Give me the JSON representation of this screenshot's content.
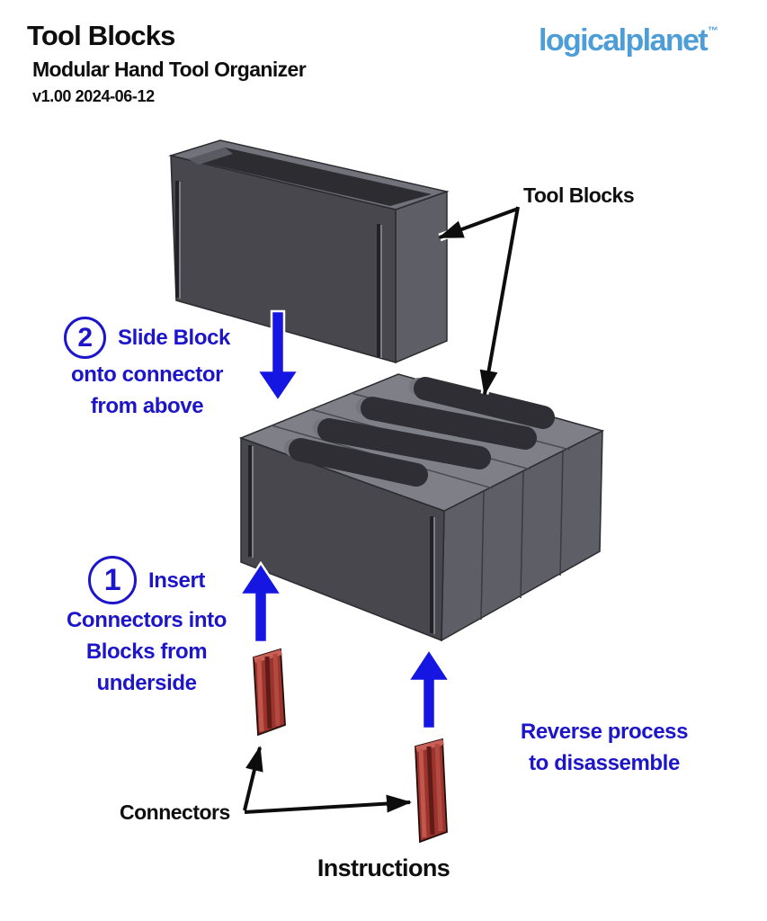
{
  "header": {
    "title": "Tool Blocks",
    "subtitle": "Modular Hand Tool Organizer",
    "version": "v1.00 2024-06-12",
    "brand": {
      "name": "logicalplanet",
      "tm": "™"
    }
  },
  "steps": {
    "step2": {
      "number": "2",
      "line1": "Slide Block",
      "line2": "onto connector",
      "line3": "from above"
    },
    "step1": {
      "number": "1",
      "line1": "Insert",
      "line2": "Connectors into",
      "line3": "Blocks from",
      "line4": "underside"
    },
    "reverse": {
      "line1": "Reverse process",
      "line2": "to disassemble"
    }
  },
  "labels": {
    "tool_blocks": "Tool Blocks",
    "connectors": "Connectors",
    "instructions": "Instructions"
  },
  "colors": {
    "accent_text_blue": "#1c15c9",
    "arrow_blue": "#1616e3",
    "brand_blue": "#4d9ed8",
    "block_gray_front": "#47474d",
    "block_gray_side": "#5e5e66",
    "block_gray_top": "#7f7f88",
    "connector_red": "#9c332c",
    "callout_black": "#0d0d0d"
  }
}
